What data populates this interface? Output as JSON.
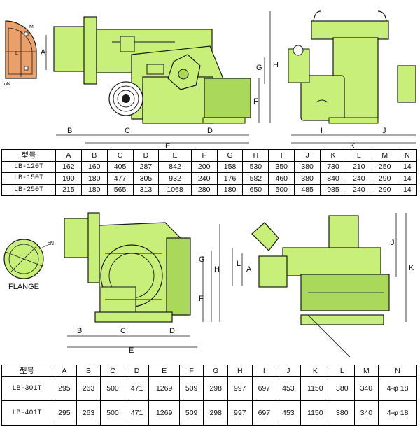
{
  "top_figure": {
    "dimension_letters": [
      "A",
      "B",
      "C",
      "D",
      "E",
      "F",
      "G",
      "H",
      "I",
      "J",
      "K",
      "L",
      "M"
    ],
    "inset_letters": {
      "m": "M",
      "l": "L",
      "on": "oN"
    }
  },
  "bottom_figure": {
    "dimension_letters": [
      "B",
      "C",
      "D",
      "E",
      "F",
      "G",
      "H",
      "J",
      "K",
      "L",
      "A"
    ],
    "flange_label": "FLANGE",
    "on_label": "oN"
  },
  "table_top": {
    "headers": [
      "型号",
      "A",
      "B",
      "C",
      "D",
      "E",
      "F",
      "G",
      "H",
      "I",
      "J",
      "K",
      "L",
      "M",
      "N"
    ],
    "rows": [
      [
        "LB-120T",
        "162",
        "160",
        "405",
        "287",
        "842",
        "200",
        "158",
        "530",
        "350",
        "380",
        "730",
        "210",
        "250",
        "14"
      ],
      [
        "LB-150T",
        "190",
        "180",
        "477",
        "305",
        "932",
        "240",
        "176",
        "582",
        "460",
        "380",
        "840",
        "240",
        "290",
        "14"
      ],
      [
        "LB-250T",
        "215",
        "180",
        "565",
        "313",
        "1068",
        "280",
        "180",
        "650",
        "500",
        "485",
        "985",
        "240",
        "290",
        "14"
      ]
    ]
  },
  "table_bottom": {
    "headers": [
      "型号",
      "A",
      "B",
      "C",
      "D",
      "E",
      "F",
      "G",
      "H",
      "I",
      "J",
      "K",
      "L",
      "M",
      "N"
    ],
    "rows": [
      [
        "LB-301T",
        "295",
        "263",
        "500",
        "471",
        "1269",
        "509",
        "298",
        "997",
        "697",
        "453",
        "1150",
        "380",
        "340",
        "4-φ 18"
      ],
      [
        "LB-401T",
        "295",
        "263",
        "500",
        "471",
        "1269",
        "509",
        "298",
        "997",
        "697",
        "453",
        "1150",
        "380",
        "340",
        "4-φ 18"
      ]
    ]
  },
  "colors": {
    "body": "#c8ef7a",
    "body_dark": "#a9d85a",
    "outline": "#1a1a1a",
    "inset": "#e9a06a"
  }
}
